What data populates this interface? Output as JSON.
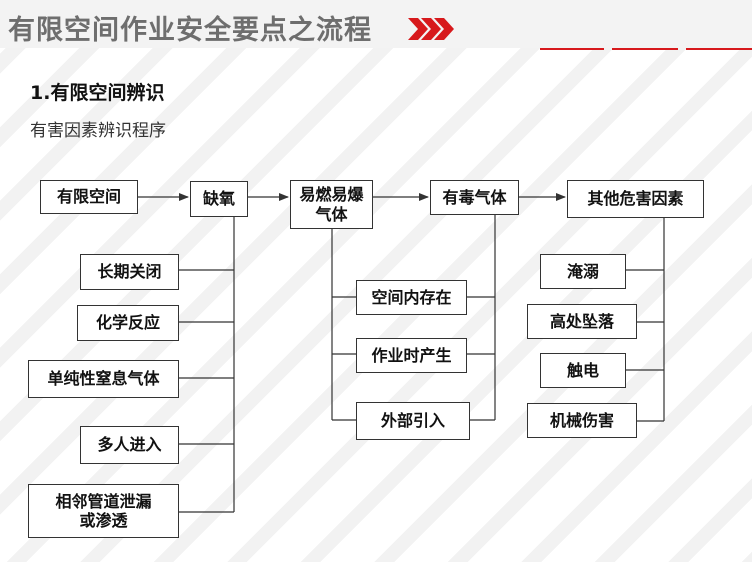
{
  "header": {
    "title": "有限空间作业安全要点之流程",
    "chevron_color": "#d7191c"
  },
  "section": {
    "heading": "1.有限空间辨识",
    "subheading": "有害因素辨识程序"
  },
  "flow": {
    "main": [
      "有限空间",
      "缺氧",
      "易燃易爆\n气体",
      "有毒气体",
      "其他危害因素"
    ],
    "oxygen_causes": [
      "长期关闭",
      "化学反应",
      "单纯性窒息气体",
      "多人进入",
      "相邻管道泄漏\n或渗透"
    ],
    "gas_sources": [
      "空间内存在",
      "作业时产生",
      "外部引入"
    ],
    "other_hazards": [
      "淹溺",
      "高处坠落",
      "触电",
      "机械伤害"
    ]
  },
  "colors": {
    "accent": "#d7191c",
    "line": "#333333"
  }
}
